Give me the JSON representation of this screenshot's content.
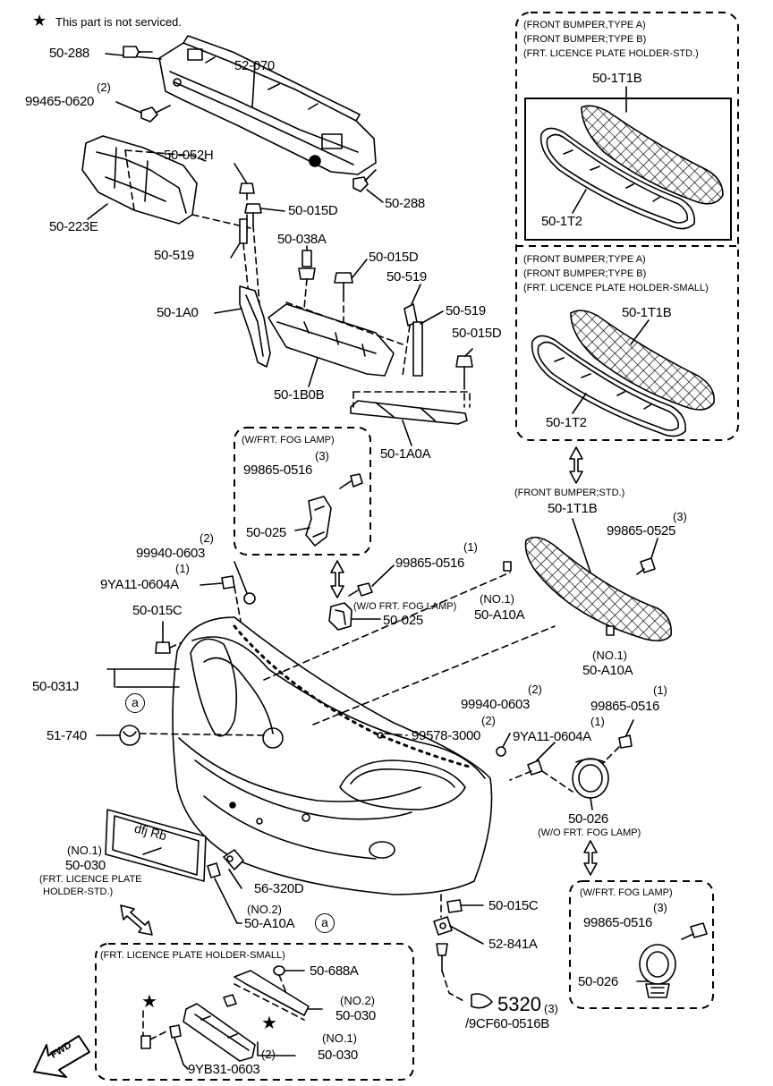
{
  "note": {
    "star": "★",
    "text": "This part is not serviced."
  },
  "labels": {
    "p50_288_a": "50-288",
    "p52_070": "52-070",
    "q99465": "(2)",
    "p99465": "99465-0620",
    "p50_052H": "50-052H",
    "p50_223E": "50-223E",
    "p50_015D_a": "50-015D",
    "p50_288_b": "50-288",
    "p50_519_a": "50-519",
    "p50_038A": "50-038A",
    "p50_015D_b": "50-015D",
    "p50_519_b": "50-519",
    "p50_1A0": "50-1A0",
    "p50_519_c": "50-519",
    "p50_015D_c": "50-015D",
    "p50_1B0B": "50-1B0B",
    "p50_1A0A": "50-1A0A",
    "fog_box_title": "(W/FRT. FOG LAMP)",
    "q99865_a": "(3)",
    "p99865_a": "99865-0516",
    "p50_025_a": "50-025",
    "q99940_a": "(2)",
    "p99940_a": "99940-0603",
    "q9YA11_a": "(1)",
    "p9YA11_a": "9YA11-0604A",
    "q99865_b": "(1)",
    "p99865_b": "99865-0516",
    "wo_fog_a": "(W/O FRT. FOG LAMP)",
    "p50_025_b": "50-025",
    "p50_015C_a": "50-015C",
    "p50_031J": "50-031J",
    "circle_a1": "a",
    "p51_740": "51-740",
    "p99578": "99578-3000",
    "q99578": "(2)",
    "q99940_b": "(2)",
    "p99940_b": "99940-0603",
    "q99865_c": "(1)",
    "p99865_c": "99865-0516",
    "q9YA11_b": "(1)",
    "p9YA11_b": "9YA11-0604A",
    "p50_026_a": "50-026",
    "wo_fog_b": "(W/O FRT. FOG LAMP)",
    "no1_a": "(NO.1)",
    "p50_030_a": "50-030",
    "frt_lic_std": "(FRT. LICENCE PLATE",
    "holder_std": "HOLDER-STD.)",
    "p56_320D": "56-320D",
    "no2_a": "(NO.2)",
    "p50_A10A_c": "50-A10A",
    "circle_a2": "a",
    "p50_015C_b": "50-015C",
    "p52_841A": "52-841A",
    "p5320": "5320",
    "q5320": "(3)",
    "p9CF60": "/9CF60-0516B",
    "fog_box2_title": "(W/FRT. FOG LAMP)",
    "q99865_d": "(3)",
    "p99865_d": "99865-0516",
    "p50_026_b": "50-026",
    "small_box_title": "(FRT. LICENCE PLATE HOLDER-SMALL)",
    "p50_688A": "50-688A",
    "no2_b": "(NO.2)",
    "p50_030_b": "50-030",
    "no1_b": "(NO.1)",
    "q50_030_c": "(2)",
    "p50_030_c": "50-030",
    "p9YB31": "9YB31-0603",
    "star1": "★",
    "star2": "★",
    "fwd": "FWD",
    "grille_std_title": "(FRONT BUMPER;STD.)",
    "p50_1T1B_c": "50-1T1B",
    "q99865_e": "(3)",
    "p99865_e": "99865-0525",
    "no1_c": "(NO.1)",
    "p50_A10A_a": "50-A10A",
    "no1_d": "(NO.1)",
    "p50_A10A_b": "50-A10A",
    "box1_l1": "(FRONT BUMPER,TYPE A)",
    "box1_l2": "(FRONT BUMPER;TYPE B)",
    "box1_l3": "(FRT. LICENCE PLATE HOLDER-STD.)",
    "p50_1T1B_a": "50-1T1B",
    "p50_1T2_a": "50-1T2",
    "box2_l1": "(FRONT BUMPER;TYPE A)",
    "box2_l2": "(FRONT BUMPER;TYPE B)",
    "box2_l3": "(FRT. LICENCE PLATE HOLDER-SMALL)",
    "p50_1T1B_b": "50-1T1B",
    "p50_1T2_b": "50-1T2",
    "plate_text": "dfj   Rb"
  }
}
